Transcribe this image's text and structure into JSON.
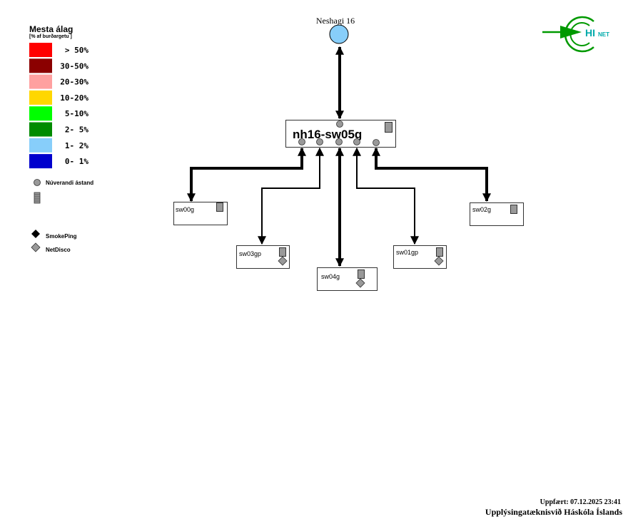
{
  "legend": {
    "title": "Mesta álag",
    "subtitle": "[% af burðargetu ]",
    "items": [
      {
        "label": "> 50%",
        "color": "#ff0000"
      },
      {
        "label": "30-50%",
        "color": "#8b0000"
      },
      {
        "label": "20-30%",
        "color": "#ffa0a0"
      },
      {
        "label": "10-20%",
        "color": "#ffd700"
      },
      {
        "label": "5-10%",
        "color": "#00ff00"
      },
      {
        "label": "2- 5%",
        "color": "#008b00"
      },
      {
        "label": "1- 2%",
        "color": "#87cefa"
      },
      {
        "label": "0- 1%",
        "color": "#0000cd"
      }
    ],
    "status_label": "Núverandi ástand",
    "smokeping_label": "SmokePing",
    "netdisco_label": "NetDisco"
  },
  "logo": {
    "text_hi": "HI",
    "text_net": "NET",
    "color": "#009900"
  },
  "uplink": {
    "label": "Neshagi 16",
    "color": "#87cefa"
  },
  "core": {
    "label": "nh16-sw05g"
  },
  "switches": [
    {
      "label": "sw00g"
    },
    {
      "label": "sw03gp"
    },
    {
      "label": "sw04g"
    },
    {
      "label": "sw01gp"
    },
    {
      "label": "sw02g"
    }
  ],
  "footer": {
    "updated": "Uppfært: 07.12.2025 23:41",
    "org": "Upplýsingatæknisvið Háskóla Íslands"
  }
}
